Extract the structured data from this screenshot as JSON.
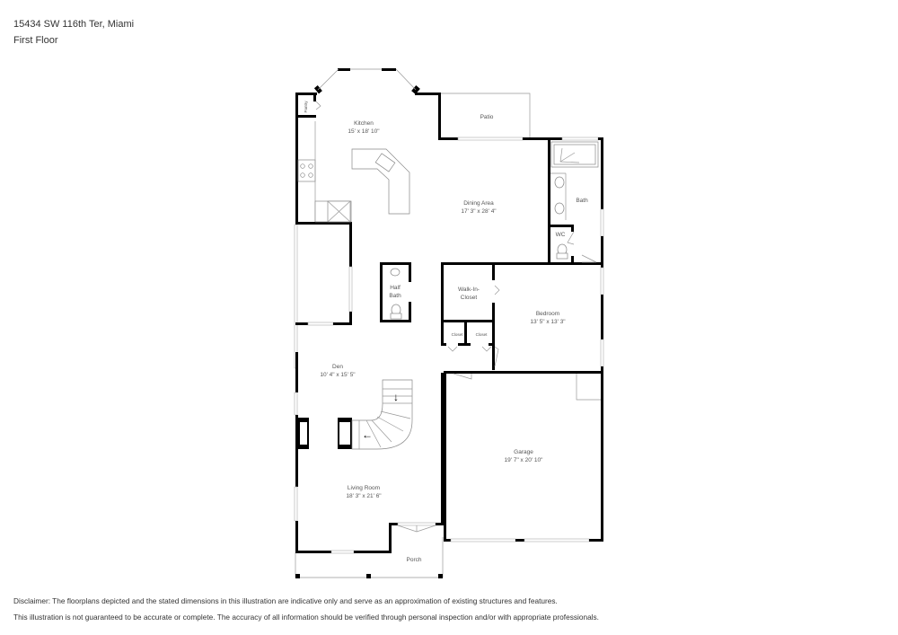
{
  "header": {
    "address": "15434 SW 116th Ter, Miami",
    "floor": "First Floor"
  },
  "rooms": [
    {
      "name": "Pantry",
      "dims": ""
    },
    {
      "name": "Kitchen",
      "dims": "15' x 18' 10\""
    },
    {
      "name": "Patio",
      "dims": ""
    },
    {
      "name": "Dining Area",
      "dims": "17' 3\" x 28' 4\""
    },
    {
      "name": "Bath",
      "dims": ""
    },
    {
      "name": "WC",
      "dims": ""
    },
    {
      "name": "Half",
      "name2": "Bath",
      "dims": ""
    },
    {
      "name": "Walk-In-",
      "name2": "Closet",
      "dims": ""
    },
    {
      "name": "Bedroom",
      "dims": "13' 5\" x 13' 3\""
    },
    {
      "name": "Closet",
      "dims": ""
    },
    {
      "name": "Closet",
      "dims": ""
    },
    {
      "name": "Den",
      "dims": "10' 4\" x 15' 5\""
    },
    {
      "name": "Living Room",
      "dims": "18' 3\" x 21' 6\""
    },
    {
      "name": "Garage",
      "dims": "19' 7\" x 20' 10\""
    },
    {
      "name": "Porch",
      "dims": ""
    }
  ],
  "icons": {
    "stairs_arrow_down": "↓",
    "stairs_arrow_left": "←"
  },
  "colors": {
    "wall": "#000000",
    "fixture": "#888888",
    "text": "#555555"
  },
  "disclaimer": {
    "line1": "Disclaimer: The floorplans depicted and the stated dimensions in this illustration are indicative only and serve as an approximation of existing structures and features.",
    "line2": "This illustration is not guaranteed to be accurate or complete. The accuracy of all information should be verified through personal inspection and/or with appropriate professionals."
  }
}
